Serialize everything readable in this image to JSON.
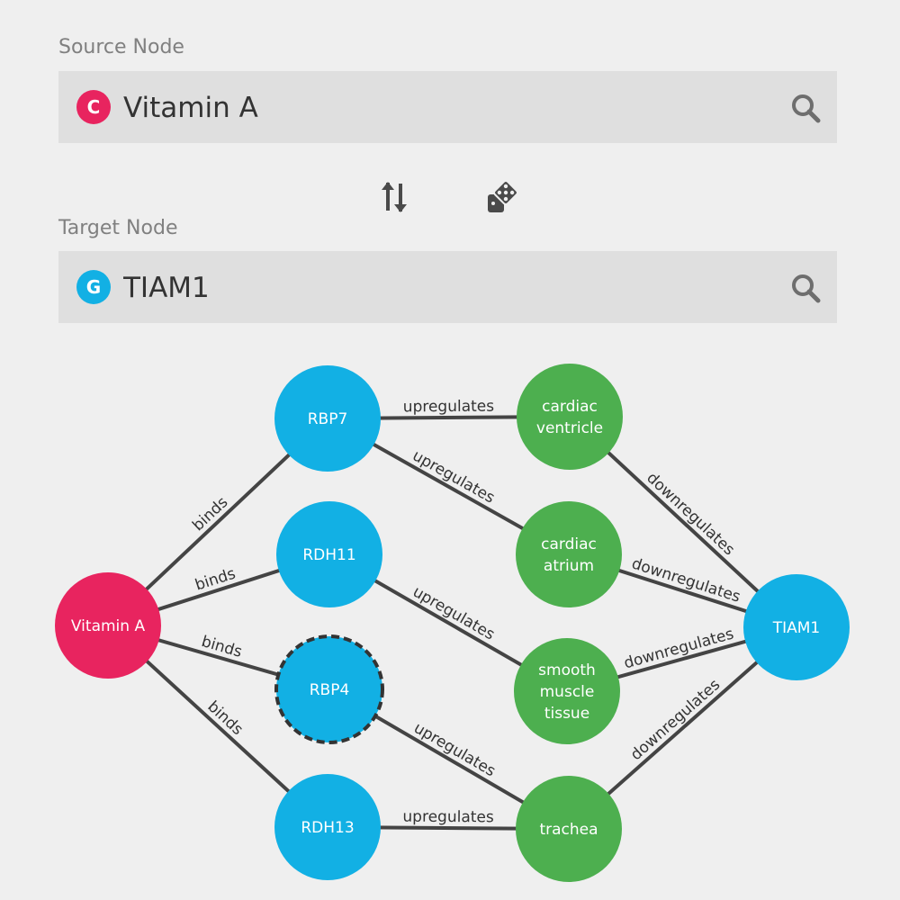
{
  "source": {
    "label": "Source Node",
    "badge": "C",
    "value": "Vitamin A",
    "badge_color": "#e8245f"
  },
  "target": {
    "label": "Target Node",
    "badge": "G",
    "value": "TIAM1",
    "badge_color": "#12b0e4"
  },
  "actions": {
    "swap_icon": "swap-arrows-icon",
    "random_icon": "dice-icon"
  },
  "colors": {
    "compound": "#e8245f",
    "gene": "#12b0e4",
    "anatomy": "#4daf4f",
    "edge": "#444444",
    "panel_bg": "#dfdfdf",
    "page_bg": "#efefef"
  },
  "graph": {
    "nodes": [
      {
        "id": "vitamin-a",
        "lines": [
          "Vitamin A"
        ],
        "kind": "compound"
      },
      {
        "id": "rbp7",
        "lines": [
          "RBP7"
        ],
        "kind": "gene"
      },
      {
        "id": "rdh11",
        "lines": [
          "RDH11"
        ],
        "kind": "gene"
      },
      {
        "id": "rbp4",
        "lines": [
          "RBP4"
        ],
        "kind": "gene",
        "highlighted": true
      },
      {
        "id": "rdh13",
        "lines": [
          "RDH13"
        ],
        "kind": "gene"
      },
      {
        "id": "cardiac-ventricle",
        "lines": [
          "cardiac",
          "ventricle"
        ],
        "kind": "anatomy"
      },
      {
        "id": "cardiac-atrium",
        "lines": [
          "cardiac",
          "atrium"
        ],
        "kind": "anatomy"
      },
      {
        "id": "smooth-muscle-tissue",
        "lines": [
          "smooth",
          "muscle",
          "tissue"
        ],
        "kind": "anatomy"
      },
      {
        "id": "trachea",
        "lines": [
          "trachea"
        ],
        "kind": "anatomy"
      },
      {
        "id": "tiam1",
        "lines": [
          "TIAM1"
        ],
        "kind": "gene"
      }
    ],
    "edges": [
      {
        "from": "vitamin-a",
        "to": "rbp7",
        "label": "binds"
      },
      {
        "from": "vitamin-a",
        "to": "rdh11",
        "label": "binds"
      },
      {
        "from": "vitamin-a",
        "to": "rbp4",
        "label": "binds"
      },
      {
        "from": "vitamin-a",
        "to": "rdh13",
        "label": "binds"
      },
      {
        "from": "rbp7",
        "to": "cardiac-ventricle",
        "label": "upregulates"
      },
      {
        "from": "rbp7",
        "to": "cardiac-atrium",
        "label": "upregulates"
      },
      {
        "from": "rdh11",
        "to": "smooth-muscle-tissue",
        "label": "upregulates"
      },
      {
        "from": "rbp4",
        "to": "trachea",
        "label": "upregulates"
      },
      {
        "from": "rdh13",
        "to": "trachea",
        "label": "upregulates"
      },
      {
        "from": "cardiac-ventricle",
        "to": "tiam1",
        "label": "downregulates"
      },
      {
        "from": "cardiac-atrium",
        "to": "tiam1",
        "label": "downregulates"
      },
      {
        "from": "smooth-muscle-tissue",
        "to": "tiam1",
        "label": "downregulates"
      },
      {
        "from": "trachea",
        "to": "tiam1",
        "label": "downregulates"
      }
    ]
  }
}
